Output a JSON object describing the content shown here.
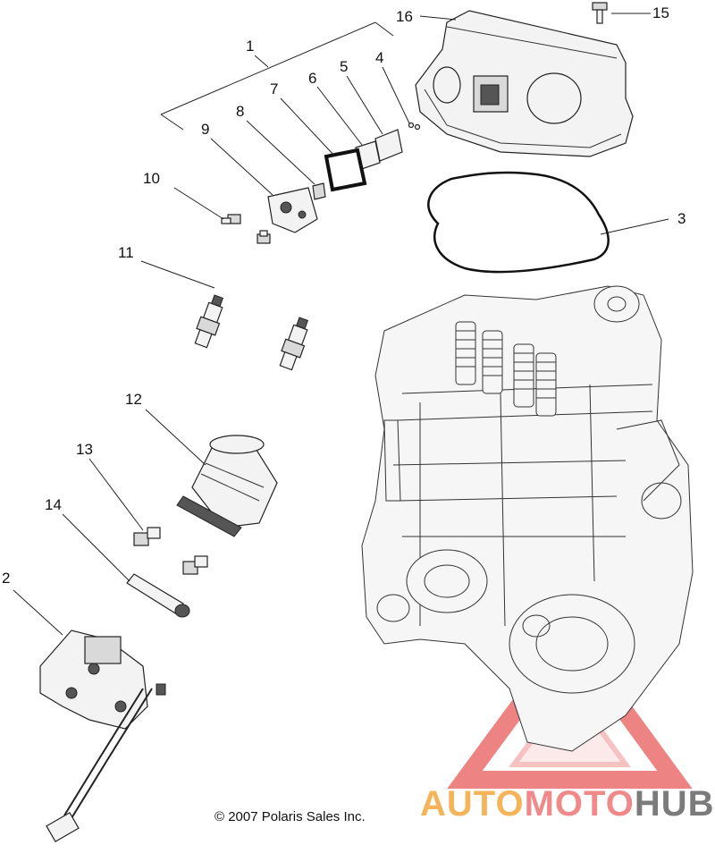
{
  "diagram": {
    "callouts": {
      "c1": "1",
      "c2": "2",
      "c3": "3",
      "c4": "4",
      "c5": "5",
      "c6": "6",
      "c7": "7",
      "c8": "8",
      "c9": "9",
      "c10": "10",
      "c11": "11",
      "c12": "12",
      "c13": "13",
      "c14": "14",
      "c15": "15",
      "c16": "16"
    },
    "copyright": "© 2007 Polaris Sales Inc.",
    "watermark": {
      "part1": "AUTO",
      "part2": "MOTO",
      "part3": "HUB",
      "colors": {
        "auto": "#f5b45a",
        "moto": "#f08a8a",
        "hub": "#7b7b7b",
        "triangle": "#e85a5a"
      }
    }
  }
}
